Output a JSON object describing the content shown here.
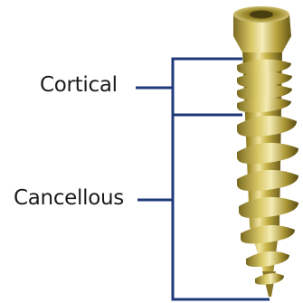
{
  "diagram": {
    "subject": "bone screw",
    "zones": [
      {
        "id": "cortical",
        "label": "Cortical"
      },
      {
        "id": "cancellous",
        "label": "Cancellous"
      }
    ]
  },
  "colors": {
    "background": "#ffffff",
    "bracket": "#1f3a7a",
    "label_text": "#1c1c1c",
    "screw_gold": "#b9a43c",
    "screw_highlight": "#efe4a0",
    "screw_shadow": "#6b5c1a"
  }
}
